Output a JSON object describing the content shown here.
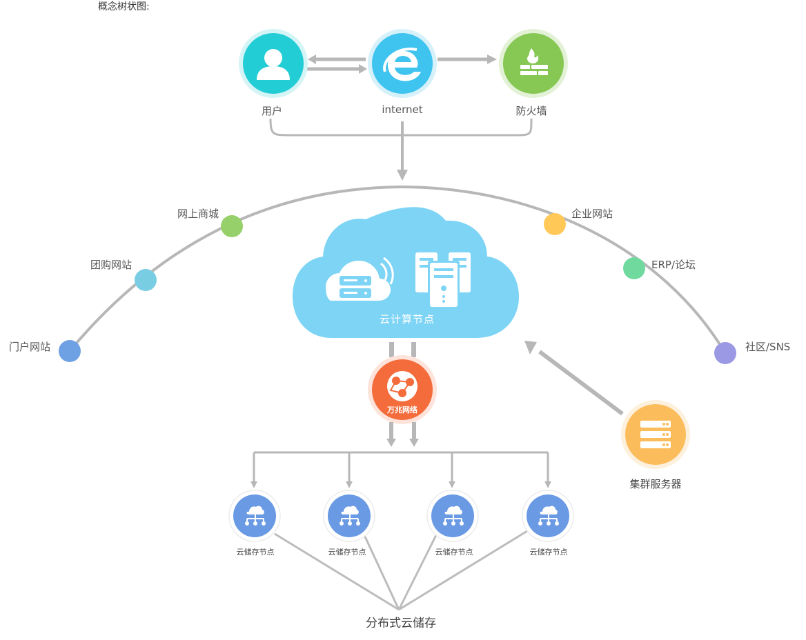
{
  "title": "概念树状图:",
  "top": {
    "user": "用户",
    "internet": "internet",
    "firewall": "防火墙"
  },
  "arc_left": [
    "网上商城",
    "团购网站",
    "门户网站"
  ],
  "arc_right": [
    "企业网站",
    "ERP/论坛",
    "社区/SNS"
  ],
  "cloud_label": "云计算节点",
  "network_label": "万兆网络",
  "cluster_label": "集群服务器",
  "storage_nodes": [
    "云储存节点",
    "云储存节点",
    "云储存节点",
    "云储存节点"
  ],
  "distributed_label": "分布式云储存",
  "colors": {
    "user": "#22cdd6",
    "internet": "#3fc3ef",
    "firewall": "#87c754",
    "arc_green": "#96d06a",
    "arc_teal": "#78cde3",
    "arc_blue": "#6ea0e4",
    "arc_yellow": "#ffc857",
    "arc_mint": "#6fd99e",
    "arc_purple": "#9b98e4",
    "cloud": "#7dd4f5",
    "network": "#f46c3c",
    "cluster": "#fbbd5c",
    "storage": "#6a9ae4",
    "line": "#b7b7b7"
  }
}
